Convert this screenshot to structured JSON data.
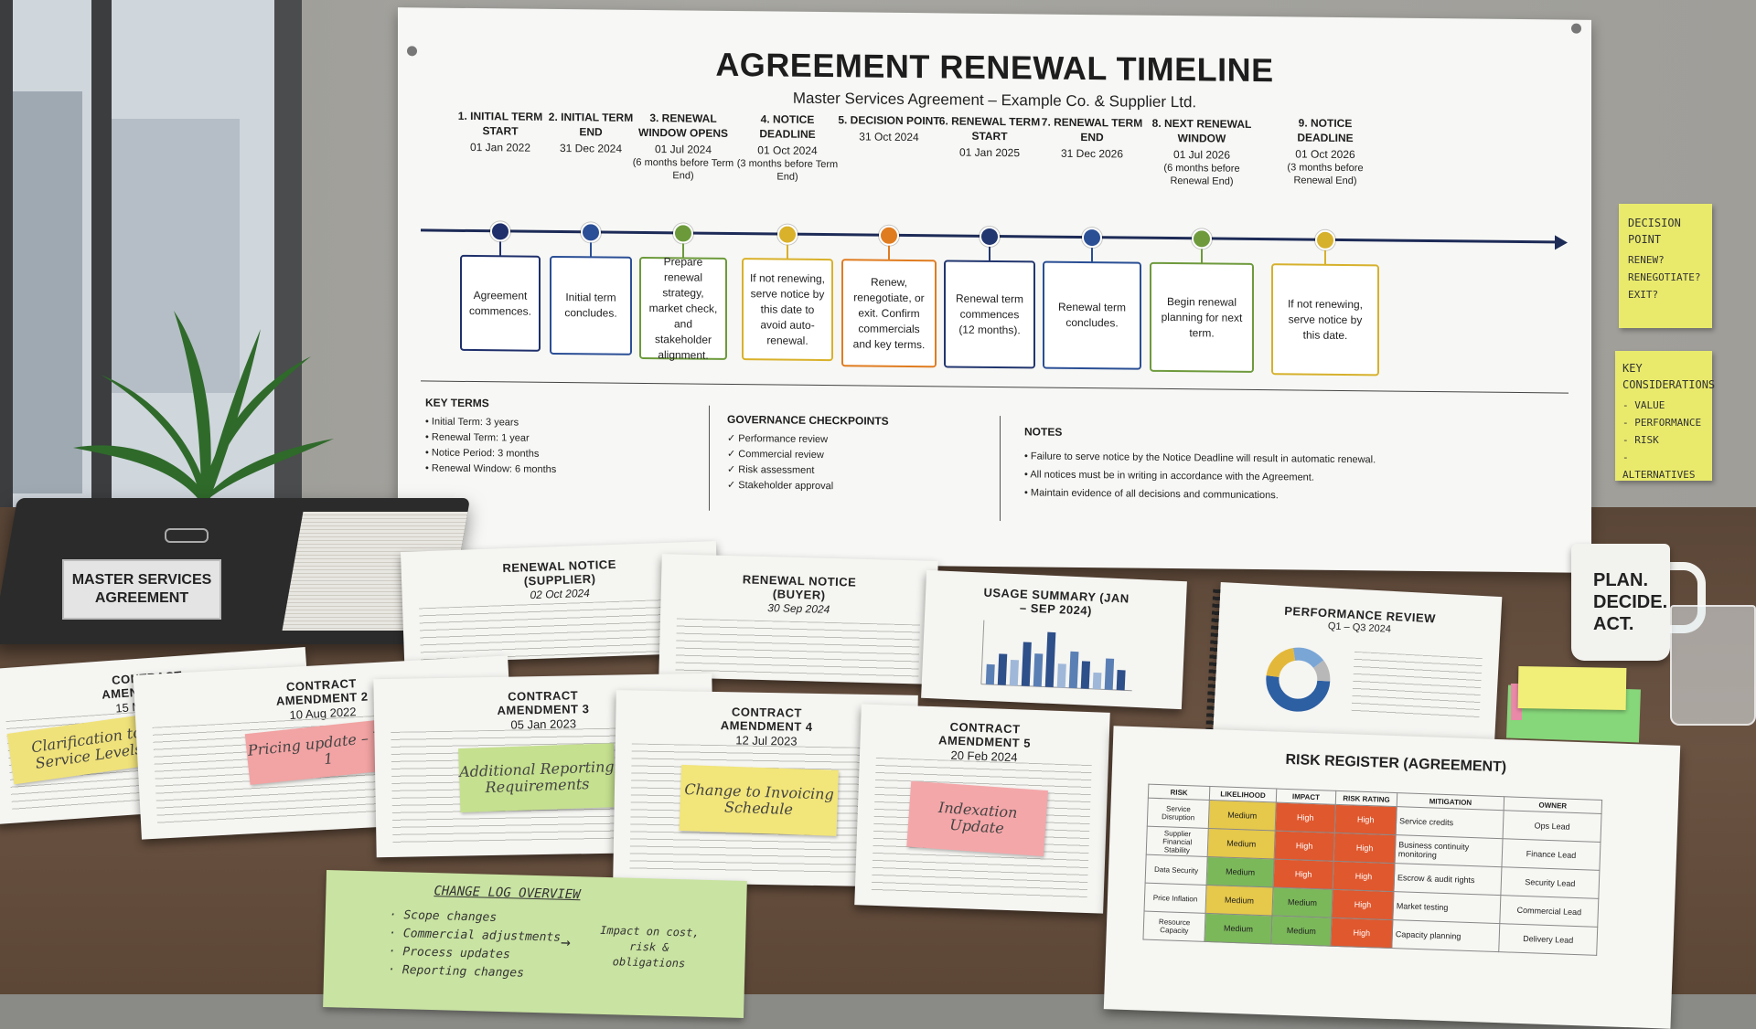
{
  "board": {
    "title": "AGREEMENT RENEWAL TIMELINE",
    "subtitle": "Master Services Agreement – Example Co. & Supplier Ltd.",
    "milestones": [
      {
        "title": "1. INITIAL TERM START",
        "date": "01 Jan 2022",
        "note": "",
        "box": "Agreement commences.",
        "color": "#1e2f6b"
      },
      {
        "title": "2. INITIAL TERM END",
        "date": "31 Dec 2024",
        "note": "",
        "box": "Initial term concludes.",
        "color": "#2b4f96"
      },
      {
        "title": "3. RENEWAL WINDOW OPENS",
        "date": "01 Jul 2024",
        "note": "(6 months before Term End)",
        "box": "Prepare renewal strategy, market check, and stakeholder alignment.",
        "color": "#6c9a3a"
      },
      {
        "title": "4. NOTICE DEADLINE",
        "date": "01 Oct 2024",
        "note": "(3 months before Term End)",
        "box": "If not renewing, serve notice by this date to avoid auto-renewal.",
        "color": "#d9b12a"
      },
      {
        "title": "5. DECISION POINT",
        "date": "31 Oct 2024",
        "note": "",
        "box": "Renew, renegotiate, or exit. Confirm commercials and key terms.",
        "color": "#e07c20"
      },
      {
        "title": "6. RENEWAL TERM START",
        "date": "01 Jan 2025",
        "note": "",
        "box": "Renewal term commences (12 months).",
        "color": "#22366f"
      },
      {
        "title": "7. RENEWAL TERM END",
        "date": "31 Dec 2026",
        "note": "",
        "box": "Renewal term concludes.",
        "color": "#2a4f95"
      },
      {
        "title": "8. NEXT RENEWAL WINDOW",
        "date": "01 Jul 2026",
        "note": "(6 months before Renewal End)",
        "box": "Begin renewal planning for next term.",
        "color": "#6e9a3c"
      },
      {
        "title": "9. NOTICE DEADLINE",
        "date": "01 Oct 2026",
        "note": "(3 months before Renewal End)",
        "box": "If not renewing, serve notice by this date.",
        "color": "#d6b12c"
      }
    ],
    "key_terms": {
      "title": "KEY TERMS",
      "items": [
        "Initial Term: 3 years",
        "Renewal Term: 1 year",
        "Notice Period: 3 months",
        "Renewal Window: 6 months"
      ]
    },
    "governance": {
      "title": "GOVERNANCE CHECKPOINTS",
      "items": [
        "Performance review",
        "Commercial review",
        "Risk assessment",
        "Stakeholder approval"
      ]
    },
    "notes": {
      "title": "NOTES",
      "items": [
        "Failure to serve notice by the Notice Deadline will result in automatic renewal.",
        "All notices must be in writing in accordance with the Agreement.",
        "Maintain evidence of all decisions and communications."
      ]
    }
  },
  "wall_stickies": {
    "decision": {
      "title": "DECISION POINT",
      "items": [
        "RENEW?",
        "RENEGOTIATE?",
        "EXIT?"
      ]
    },
    "considerations": {
      "title": "KEY CONSIDERATIONS",
      "items": [
        "- VALUE",
        "- PERFORMANCE",
        "- RISK",
        "- ALTERNATIVES"
      ]
    }
  },
  "binder": {
    "label": "MASTER SERVICES AGREEMENT"
  },
  "documents": {
    "renewal_supplier": {
      "title": "RENEWAL NOTICE (SUPPLIER)",
      "date": "02 Oct 2024"
    },
    "renewal_buyer": {
      "title": "RENEWAL NOTICE (BUYER)",
      "date": "30 Sep 2024"
    },
    "usage": {
      "title": "USAGE SUMMARY (JAN – SEP 2024)"
    },
    "performance": {
      "title": "PERFORMANCE REVIEW",
      "period": "Q1 – Q3 2024"
    },
    "amendments": [
      {
        "title": "CONTRACT AMENDMENT 1",
        "date": "15 Mar 2022",
        "tag": "Clarification to Service Levels",
        "tag_color": "#f0e27a"
      },
      {
        "title": "CONTRACT AMENDMENT 2",
        "date": "10 Aug 2022",
        "tag": "Pricing update – Year 1",
        "tag_color": "#f2a3a3"
      },
      {
        "title": "CONTRACT AMENDMENT 3",
        "date": "05 Jan 2023",
        "tag": "Additional Reporting Requirements",
        "tag_color": "#c5e08f"
      },
      {
        "title": "CONTRACT AMENDMENT 4",
        "date": "12 Jul 2023",
        "tag": "Change to Invoicing Schedule",
        "tag_color": "#f2e57a"
      },
      {
        "title": "CONTRACT AMENDMENT 5",
        "date": "20 Feb 2024",
        "tag": "Indexation Update",
        "tag_color": "#f4a7a9"
      }
    ]
  },
  "changelog": {
    "title": "CHANGE LOG OVERVIEW",
    "items": [
      "Scope changes",
      "Commercial adjustments",
      "Process updates",
      "Reporting changes"
    ],
    "impact": "Impact on cost, risk & obligations"
  },
  "risk_register": {
    "title": "RISK REGISTER (AGREEMENT)",
    "headers": [
      "RISK",
      "LIKELIHOOD",
      "IMPACT",
      "RISK RATING",
      "MITIGATION",
      "OWNER"
    ],
    "rows": [
      {
        "risk": "Service Disruption",
        "likelihood": "Medium",
        "impact": "High",
        "rating": "High",
        "mitigation": "Service credits",
        "owner": "Ops Lead"
      },
      {
        "risk": "Supplier Financial Stability",
        "likelihood": "Medium",
        "impact": "High",
        "rating": "High",
        "mitigation": "Business continuity monitoring",
        "owner": "Finance Lead"
      },
      {
        "risk": "Data Security",
        "likelihood": "Medium",
        "impact": "High",
        "rating": "High",
        "mitigation": "Escrow & audit rights",
        "owner": "Security Lead"
      },
      {
        "risk": "Price Inflation",
        "likelihood": "Medium",
        "impact": "Medium",
        "rating": "High",
        "mitigation": "Market testing",
        "owner": "Commercial Lead"
      },
      {
        "risk": "Resource Capacity",
        "likelihood": "Medium",
        "impact": "Medium",
        "rating": "High",
        "mitigation": "Capacity planning",
        "owner": "Delivery Lead"
      }
    ]
  },
  "mug": {
    "text": "PLAN. DECIDE. ACT."
  }
}
